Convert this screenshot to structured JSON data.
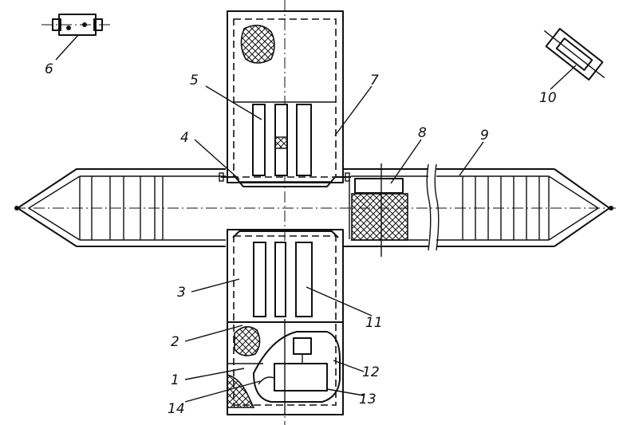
{
  "figure": {
    "callouts": [
      {
        "id": "1",
        "text": "1"
      },
      {
        "id": "2",
        "text": "2"
      },
      {
        "id": "3",
        "text": "3"
      },
      {
        "id": "4",
        "text": "4"
      },
      {
        "id": "5",
        "text": "5"
      },
      {
        "id": "6",
        "text": "6"
      },
      {
        "id": "7",
        "text": "7"
      },
      {
        "id": "8",
        "text": "8"
      },
      {
        "id": "9",
        "text": "9"
      },
      {
        "id": "10",
        "text": "10"
      },
      {
        "id": "11",
        "text": "11"
      },
      {
        "id": "12",
        "text": "12"
      },
      {
        "id": "13",
        "text": "13"
      },
      {
        "id": "14",
        "text": "14"
      }
    ]
  }
}
